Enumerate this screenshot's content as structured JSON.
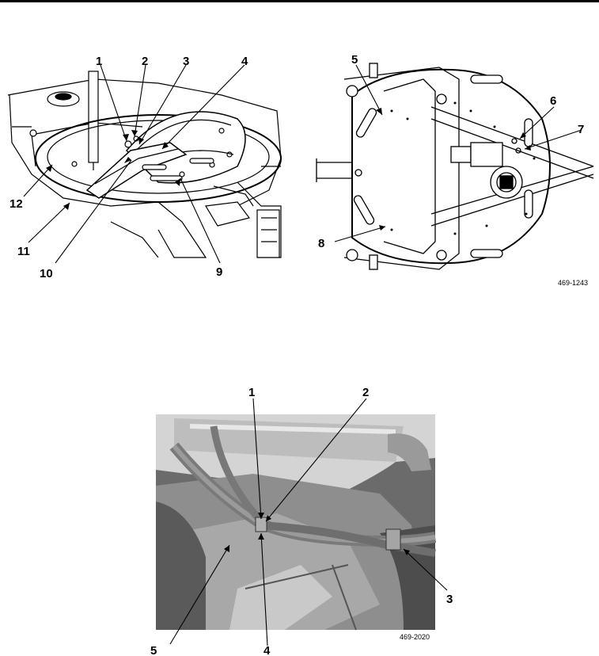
{
  "figure_top_left": {
    "callouts": [
      "1",
      "2",
      "3",
      "4",
      "5",
      "6",
      "7",
      "8",
      "9",
      "10",
      "11",
      "12"
    ],
    "figure_id": ""
  },
  "figure_top_right": {
    "callouts": [
      "5",
      "6",
      "7",
      "8"
    ],
    "figure_id": "469-1243"
  },
  "figure_bottom_photo": {
    "callouts": [
      "1",
      "2",
      "3",
      "4",
      "5"
    ],
    "figure_id": "469-2020"
  },
  "colors": {
    "ink": "#000000",
    "paper": "#ffffff",
    "photo_dark": "#4a4a4a",
    "photo_mid": "#8a8a8a",
    "photo_light": "#d8d8d8"
  }
}
